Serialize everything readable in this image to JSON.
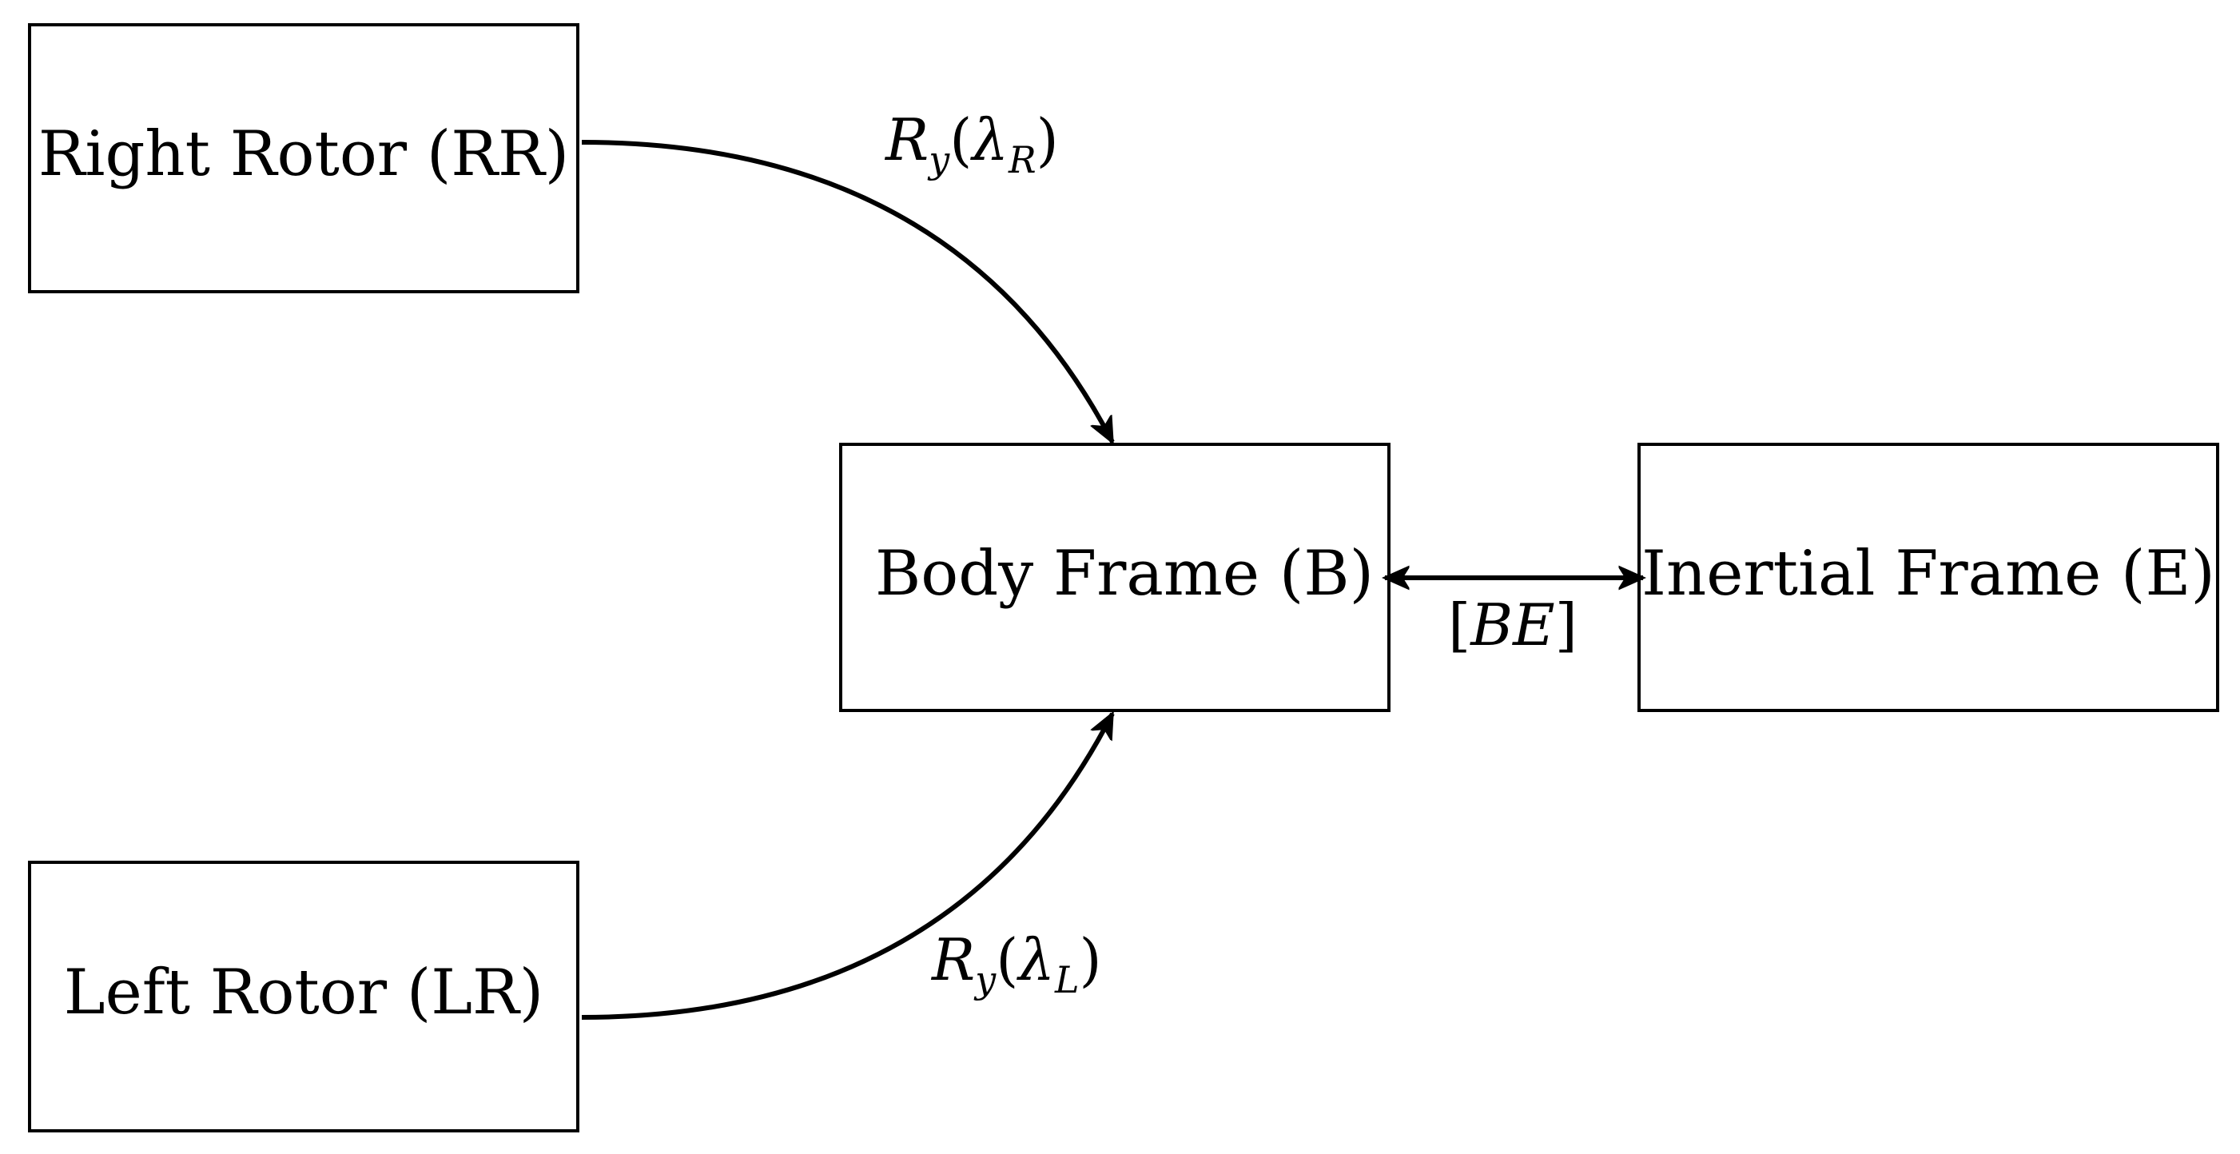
{
  "nodes": {
    "right_rotor": {
      "label": "Right Rotor (RR)"
    },
    "left_rotor": {
      "label": "Left Rotor (LR)"
    },
    "body_frame": {
      "label": "Body Frame (B)"
    },
    "inertial_frame": {
      "label": "Inertial Frame (E)"
    }
  },
  "edges": {
    "rr_to_body": {
      "label": {
        "base": "R",
        "base_sub": "y",
        "open": "(",
        "var": "λ",
        "var_sub": "R",
        "close": ")"
      }
    },
    "lr_to_body": {
      "label": {
        "base": "R",
        "base_sub": "y",
        "open": "(",
        "var": "λ",
        "var_sub": "L",
        "close": ")"
      }
    },
    "body_inertial": {
      "label": {
        "open": "[",
        "var": "BE",
        "close": "]"
      }
    }
  }
}
